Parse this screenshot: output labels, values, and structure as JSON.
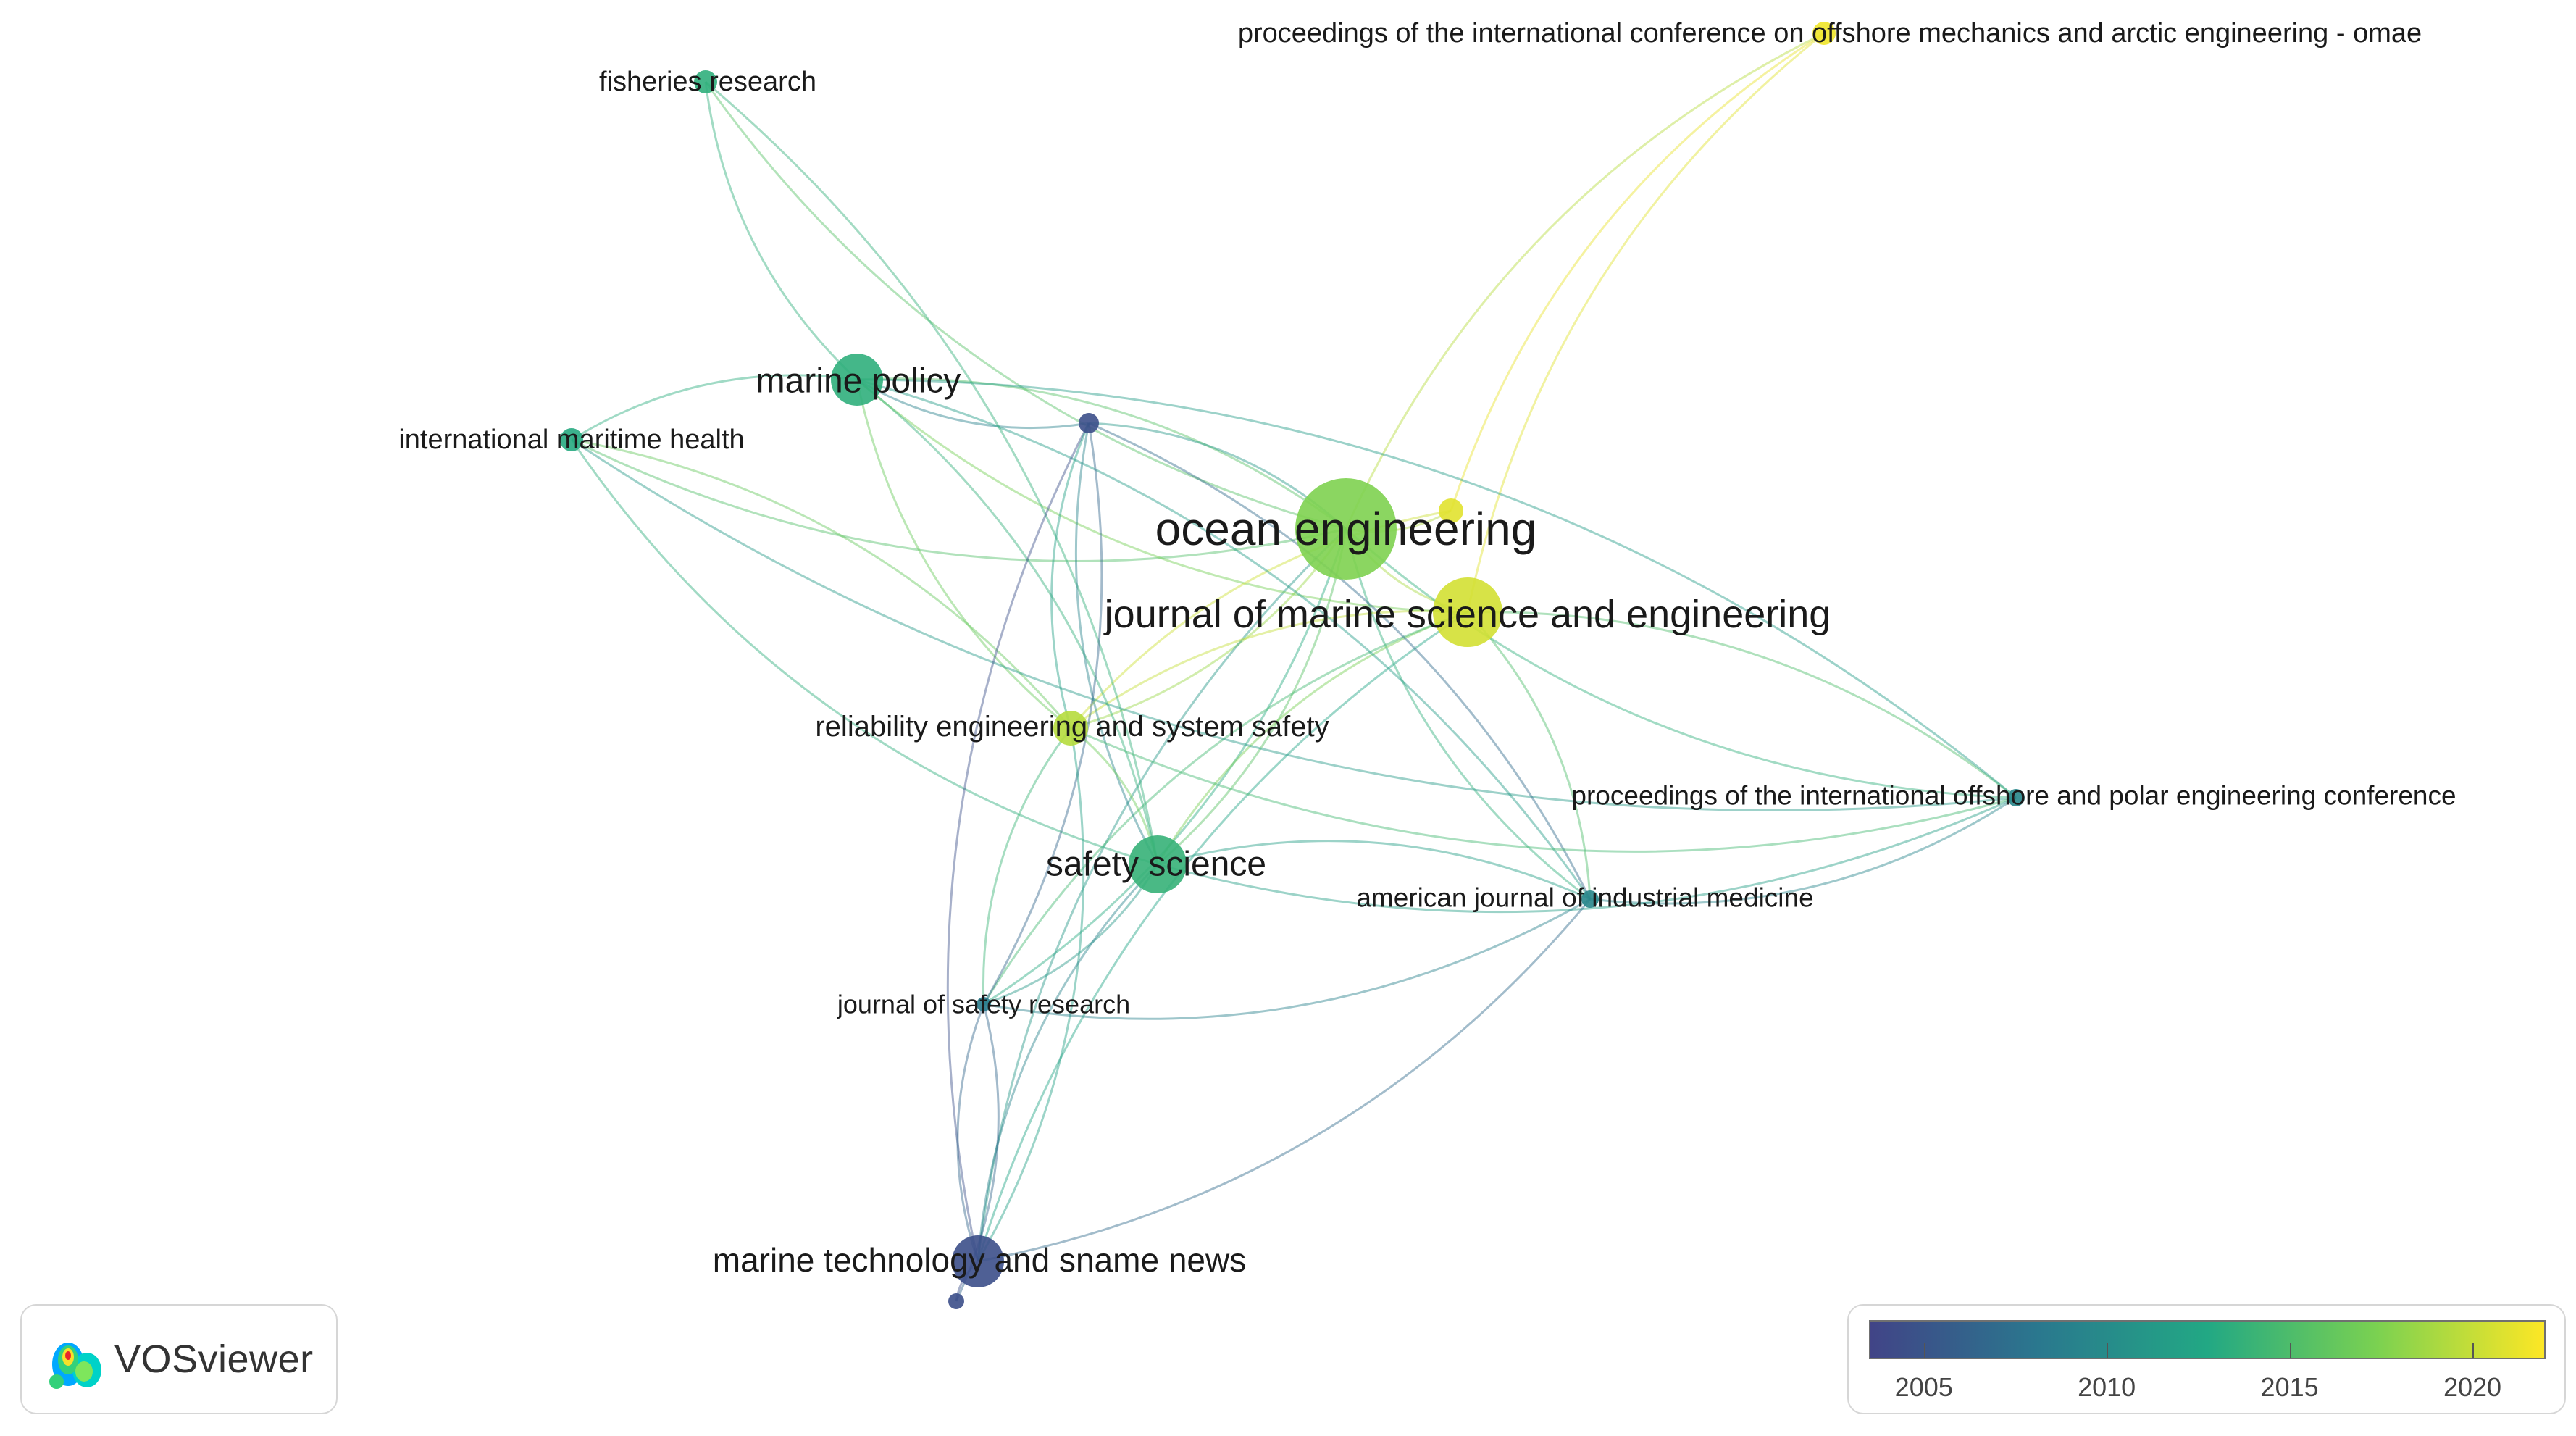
{
  "graph": {
    "nodes": [
      {
        "id": "ocean_engineering",
        "label": "ocean engineering",
        "year": 2017.5
      },
      {
        "id": "jmse",
        "label": "journal of marine science and engineering",
        "year": 2020.5
      },
      {
        "id": "omae",
        "label": "proceedings of the international conference on offshore mechanics and arctic engineering - omae",
        "year": 2021.5
      },
      {
        "id": "fisheries",
        "label": "fisheries research",
        "year": 2013.5
      },
      {
        "id": "marine_policy",
        "label": "marine policy",
        "year": 2013.5
      },
      {
        "id": "imh",
        "label": "international maritime health",
        "year": 2013
      },
      {
        "id": "unlabeled_purple",
        "label": "",
        "year": 2004.5
      },
      {
        "id": "unlabeled_yellow",
        "label": "",
        "year": 2021
      },
      {
        "id": "ress",
        "label": "reliability engineering and system safety",
        "year": 2019.5
      },
      {
        "id": "isope",
        "label": "proceedings of the international offshore and polar engineering conference",
        "year": 2009.5
      },
      {
        "id": "safety_science",
        "label": "safety science",
        "year": 2013.8
      },
      {
        "id": "ajim",
        "label": "american journal of industrial medicine",
        "year": 2009.5
      },
      {
        "id": "jsr",
        "label": "journal of safety research",
        "year": 2008.5
      },
      {
        "id": "mtsn",
        "label": "marine technology and sname news",
        "year": 2004.5
      },
      {
        "id": "unlabeled_small",
        "label": "",
        "year": 2004.5
      }
    ],
    "edges": [
      [
        "ocean_engineering",
        "jmse"
      ],
      [
        "ocean_engineering",
        "omae"
      ],
      [
        "ocean_engineering",
        "marine_policy"
      ],
      [
        "ocean_engineering",
        "imh"
      ],
      [
        "ocean_engineering",
        "unlabeled_purple"
      ],
      [
        "ocean_engineering",
        "ress"
      ],
      [
        "ocean_engineering",
        "isope"
      ],
      [
        "ocean_engineering",
        "safety_science"
      ],
      [
        "ocean_engineering",
        "ajim"
      ],
      [
        "ocean_engineering",
        "jsr"
      ],
      [
        "ocean_engineering",
        "mtsn"
      ],
      [
        "ocean_engineering",
        "fisheries"
      ],
      [
        "ocean_engineering",
        "unlabeled_yellow"
      ],
      [
        "jmse",
        "omae"
      ],
      [
        "jmse",
        "ress"
      ],
      [
        "jmse",
        "isope"
      ],
      [
        "jmse",
        "safety_science"
      ],
      [
        "jmse",
        "ajim"
      ],
      [
        "jmse",
        "mtsn"
      ],
      [
        "jmse",
        "marine_policy"
      ],
      [
        "jmse",
        "jsr"
      ],
      [
        "unlabeled_yellow",
        "omae"
      ],
      [
        "unlabeled_yellow",
        "ress"
      ],
      [
        "marine_policy",
        "fisheries"
      ],
      [
        "marine_policy",
        "imh"
      ],
      [
        "marine_policy",
        "safety_science"
      ],
      [
        "marine_policy",
        "ress"
      ],
      [
        "marine_policy",
        "isope"
      ],
      [
        "marine_policy",
        "unlabeled_purple"
      ],
      [
        "marine_policy",
        "ajim"
      ],
      [
        "imh",
        "safety_science"
      ],
      [
        "imh",
        "ress"
      ],
      [
        "imh",
        "isope"
      ],
      [
        "fisheries",
        "safety_science"
      ],
      [
        "unlabeled_purple",
        "safety_science"
      ],
      [
        "unlabeled_purple",
        "jsr"
      ],
      [
        "unlabeled_purple",
        "mtsn"
      ],
      [
        "unlabeled_purple",
        "ajim"
      ],
      [
        "unlabeled_purple",
        "ress"
      ],
      [
        "ress",
        "safety_science"
      ],
      [
        "ress",
        "jsr"
      ],
      [
        "ress",
        "mtsn"
      ],
      [
        "ress",
        "isope"
      ],
      [
        "safety_science",
        "ajim"
      ],
      [
        "safety_science",
        "isope"
      ],
      [
        "safety_science",
        "jsr"
      ],
      [
        "safety_science",
        "mtsn"
      ],
      [
        "ajim",
        "jsr"
      ],
      [
        "ajim",
        "isope"
      ],
      [
        "ajim",
        "mtsn"
      ],
      [
        "jsr",
        "mtsn"
      ],
      [
        "jsr",
        "unlabeled_small"
      ],
      [
        "mtsn",
        "unlabeled_small"
      ]
    ]
  },
  "logo": {
    "name": "VOSviewer",
    "icon": "vosviewer-logo-icon"
  },
  "legend": {
    "type": "overlay-color-scale",
    "range": [
      2003.5,
      2022
    ],
    "colors": [
      "#414487",
      "#2a788e",
      "#22a884",
      "#7ad151",
      "#fde725"
    ],
    "ticks": [
      "2005",
      "2010",
      "2015",
      "2020"
    ]
  }
}
